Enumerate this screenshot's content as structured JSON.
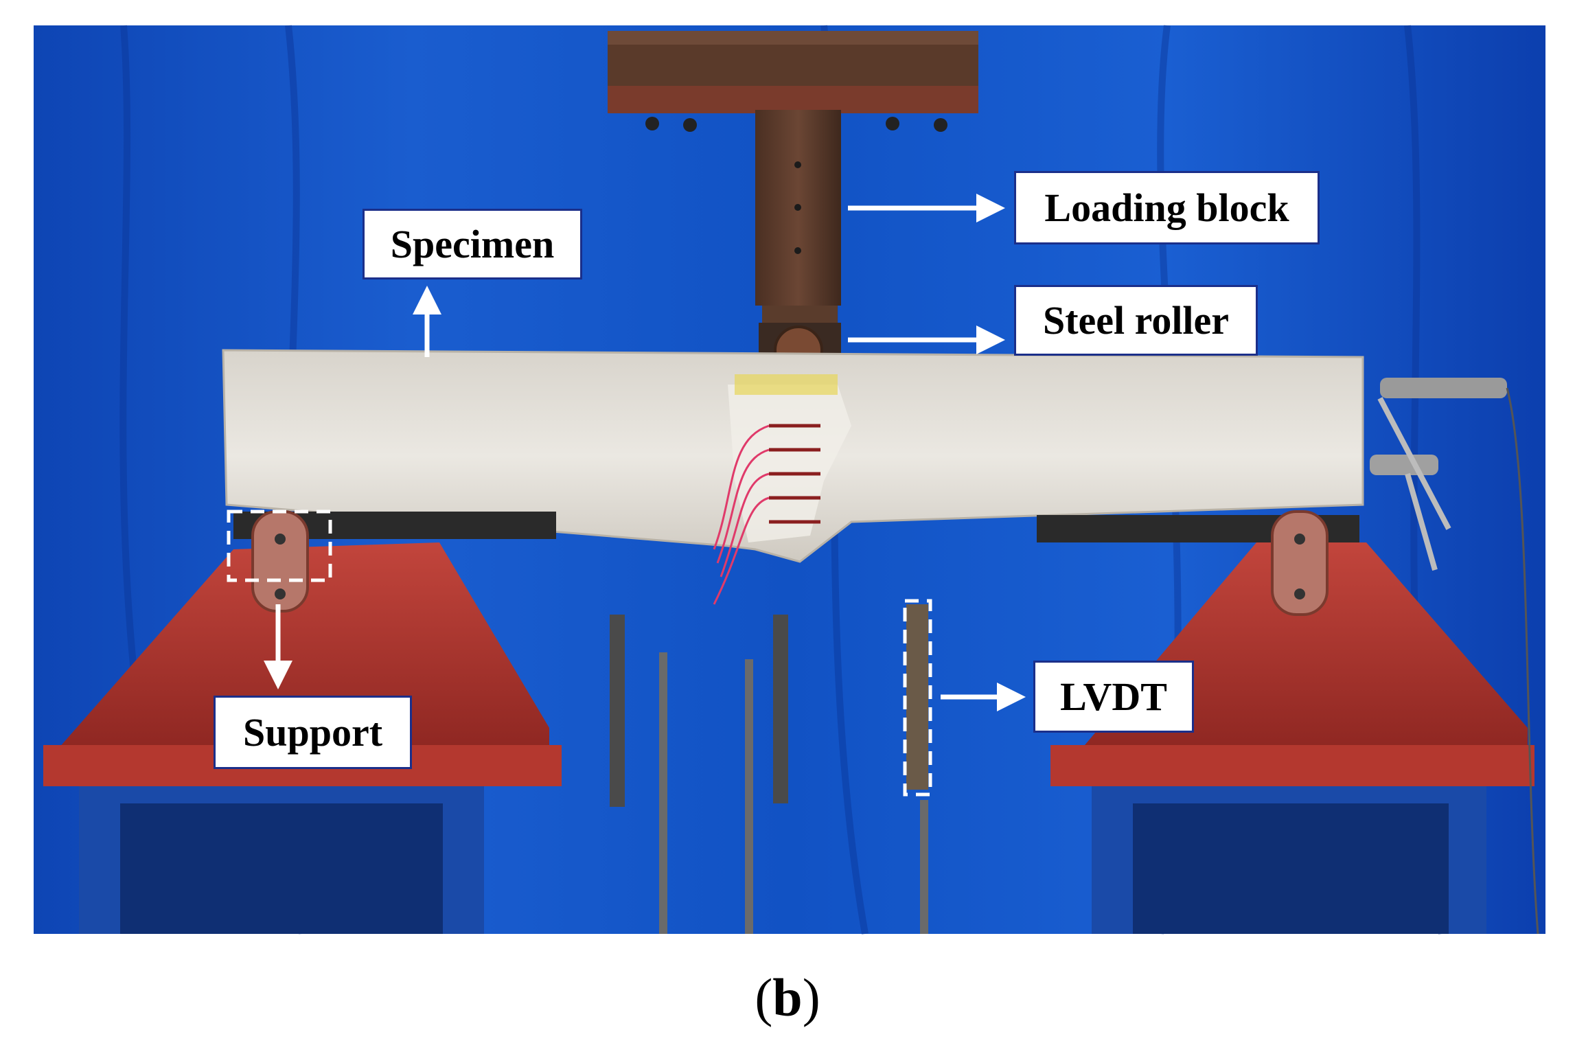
{
  "figure": {
    "labels": {
      "loading_block": "Loading block",
      "steel_roller": "Steel roller",
      "specimen": "Specimen",
      "lvdt": "LVDT",
      "support": "Support"
    },
    "caption": {
      "open": "(",
      "letter": "b",
      "close": ")"
    }
  },
  "colors": {
    "backdrop": "#1556c8",
    "support_red": "#a9322c",
    "specimen": "#e4e1da",
    "label_border": "#1b2f8a"
  }
}
